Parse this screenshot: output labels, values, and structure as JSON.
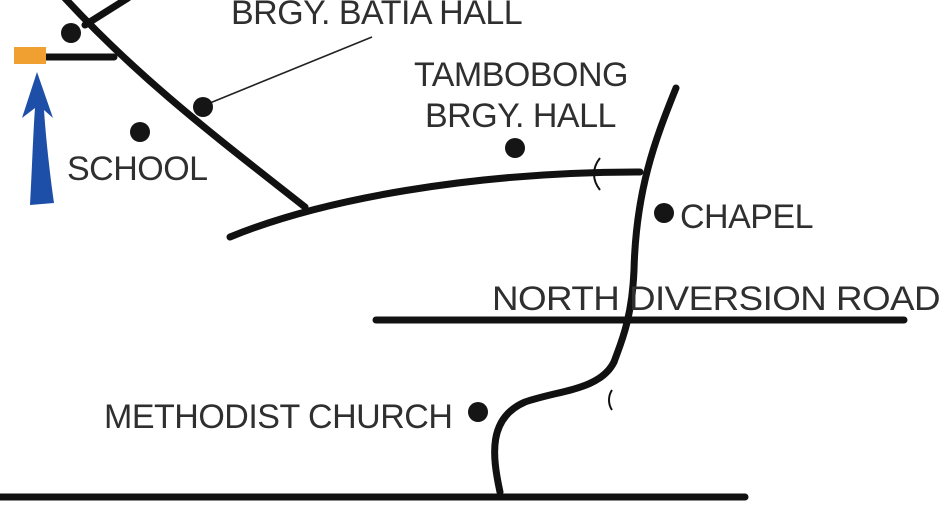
{
  "map": {
    "labels": {
      "batia_hall": "BRGY. BATIA HALL",
      "tambobong_line1": "TAMBOBONG",
      "tambobong_line2": "BRGY. HALL",
      "school": "SCHOOL",
      "chapel": "CHAPEL",
      "north_diversion_road": "NORTH DIVERSION ROAD",
      "methodist_church": "METHODIST CHURCH"
    },
    "colors": {
      "road": "#111111",
      "label_text": "#2f2f2f",
      "direction_arrow": "#1e4fa8",
      "start_marker": "#f0a030"
    },
    "icons": {
      "direction": "up-arrow-icon",
      "start": "orange-start-marker",
      "landmark": "dot-marker"
    }
  }
}
